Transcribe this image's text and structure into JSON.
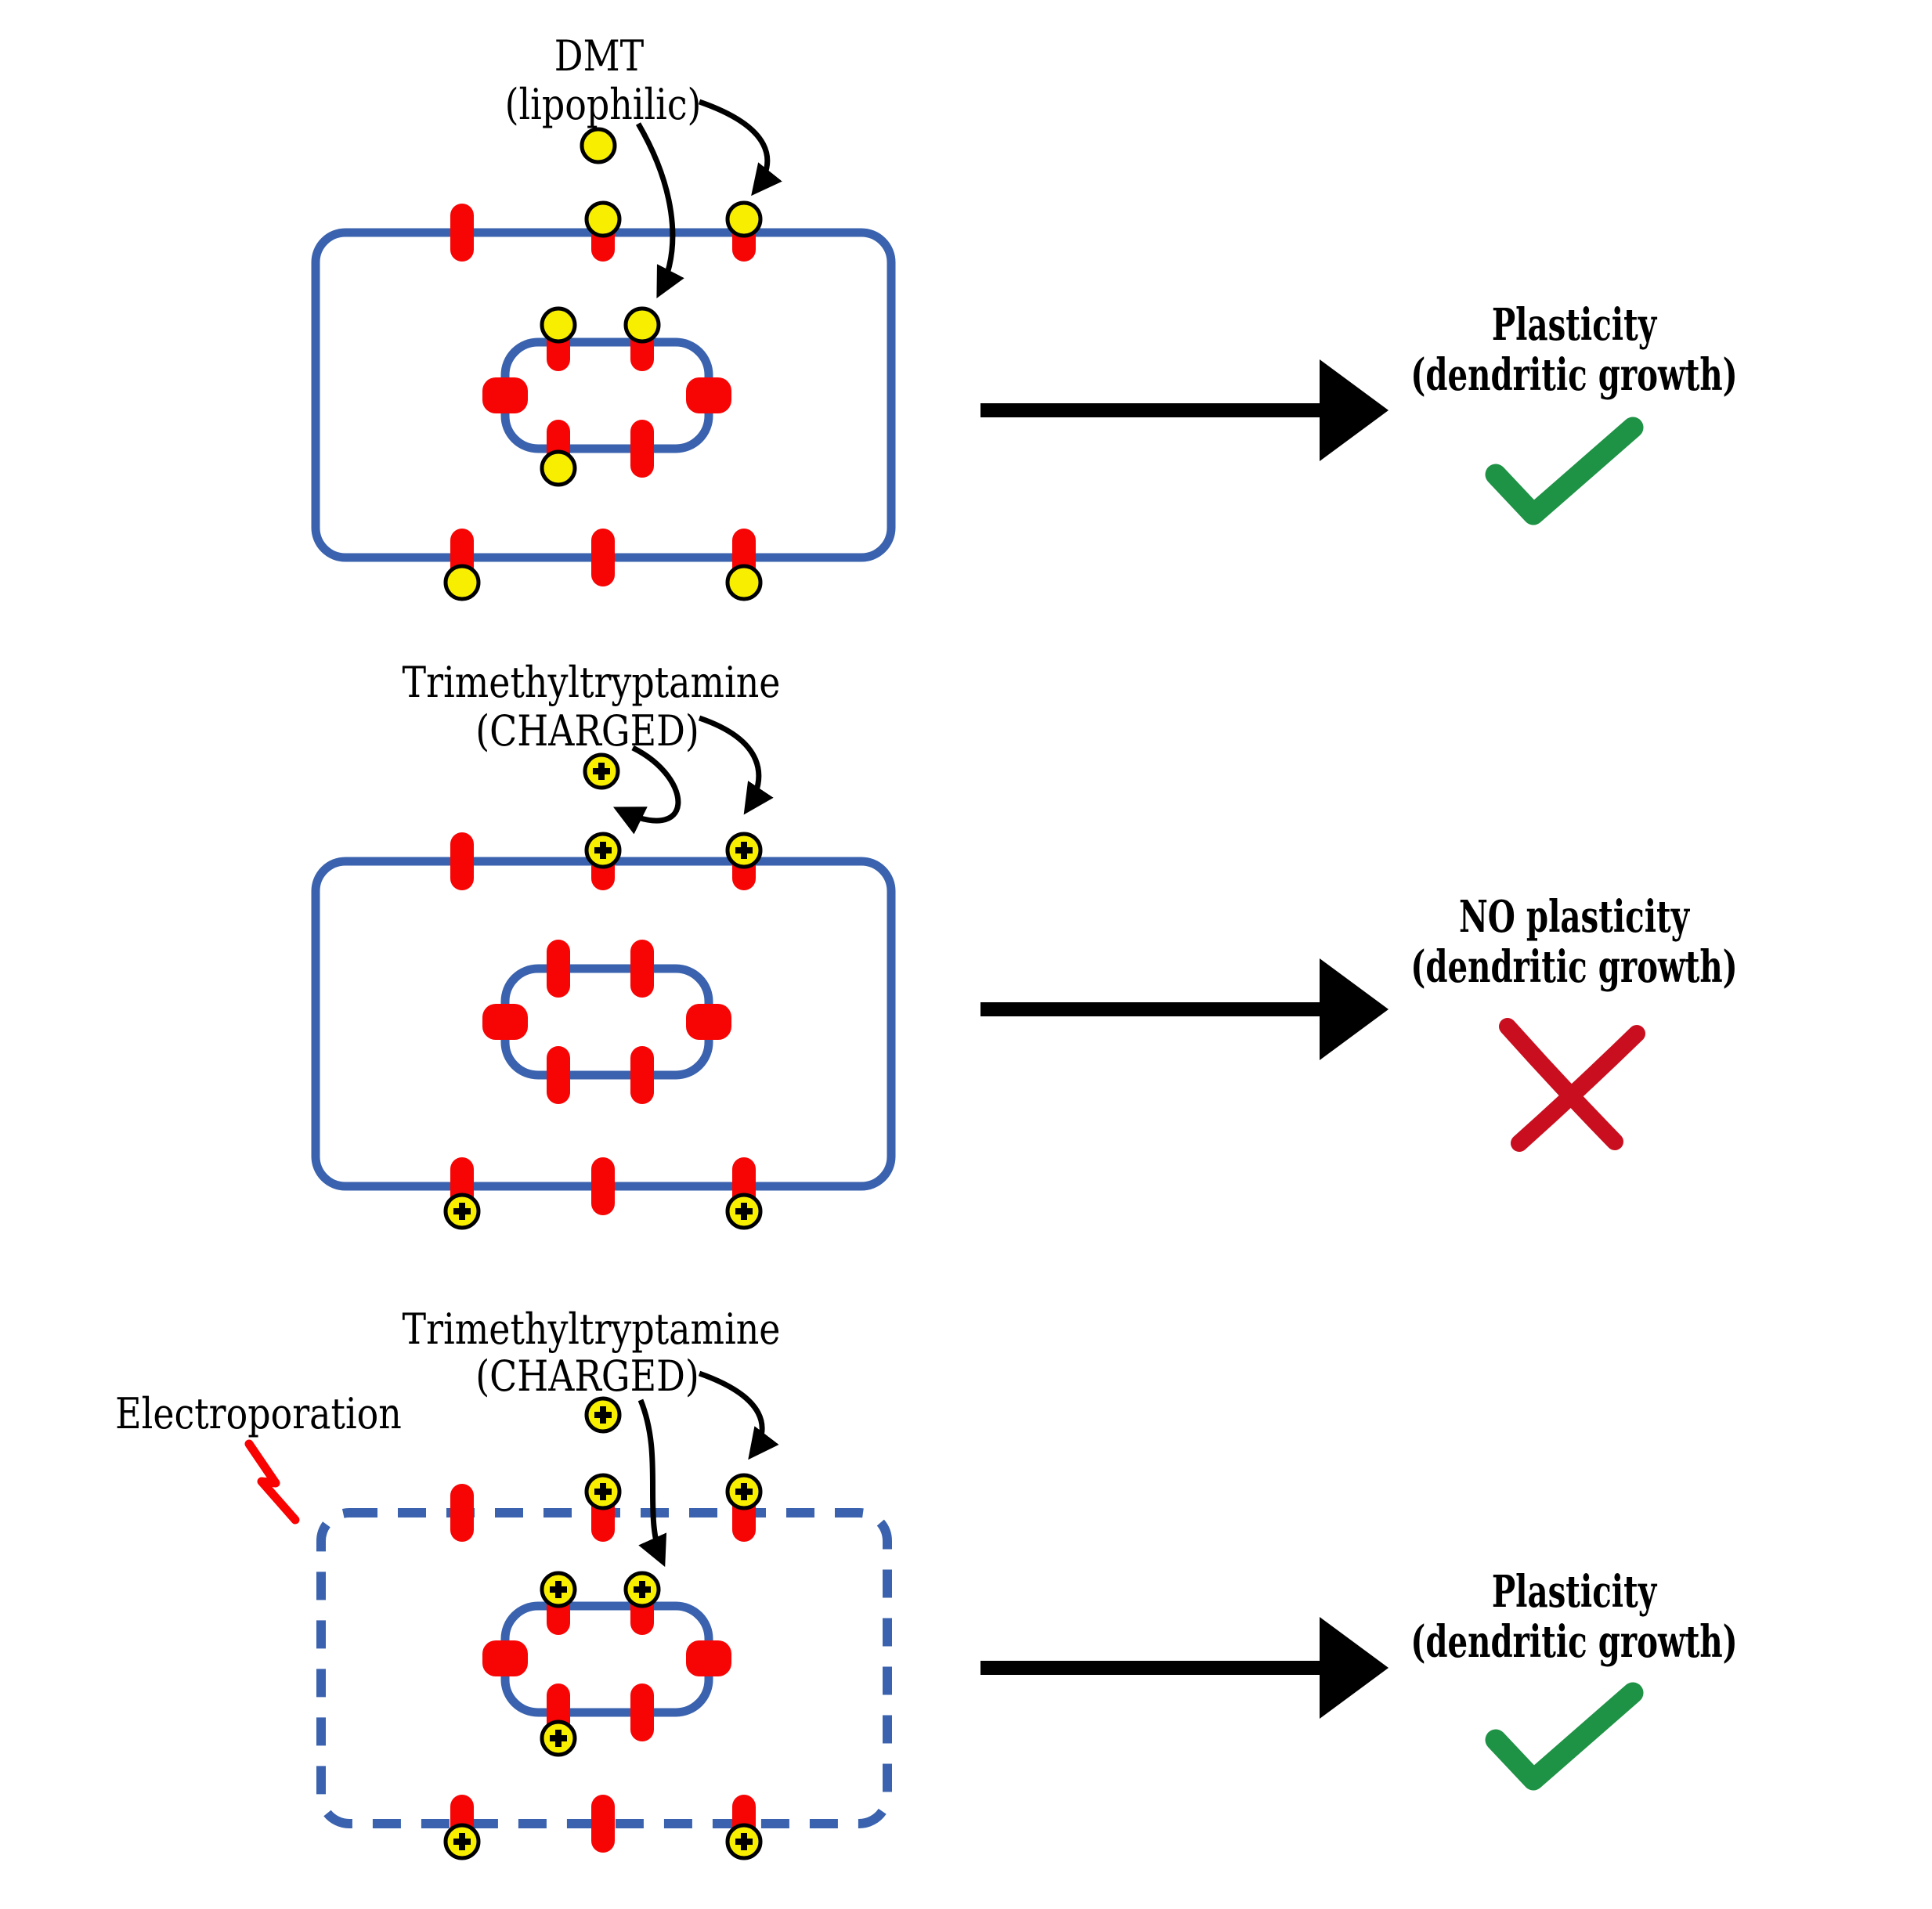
{
  "diagram_title": "Membrane permeability and plasticity diagram",
  "colors": {
    "membrane_blue": "#3A62AE",
    "receptor_red": "#F70505",
    "molecule_yellow": "#F8EE00",
    "outline_black": "#000000",
    "check_green": "#1E9245",
    "cross_red": "#C90F1F",
    "lightning_red": "#F80202",
    "arrow_black": "#000000"
  },
  "panels": [
    {
      "label_line1": "DMT",
      "label_line2": "(lipophilic)",
      "result_line1": "Plasticity",
      "result_line2": "(dendritic growth)",
      "outcome": "check"
    },
    {
      "label_line1": "Trimethyltryptamine",
      "label_line2": "(CHARGED)",
      "result_line1": "NO plasticity",
      "result_line2": "(dendritic growth)",
      "outcome": "cross"
    },
    {
      "label_line1": "Trimethyltryptamine",
      "label_line2": "(CHARGED)",
      "side_label": "Electroporation",
      "result_line1": "Plasticity",
      "result_line2": "(dendritic growth)",
      "outcome": "check"
    }
  ]
}
